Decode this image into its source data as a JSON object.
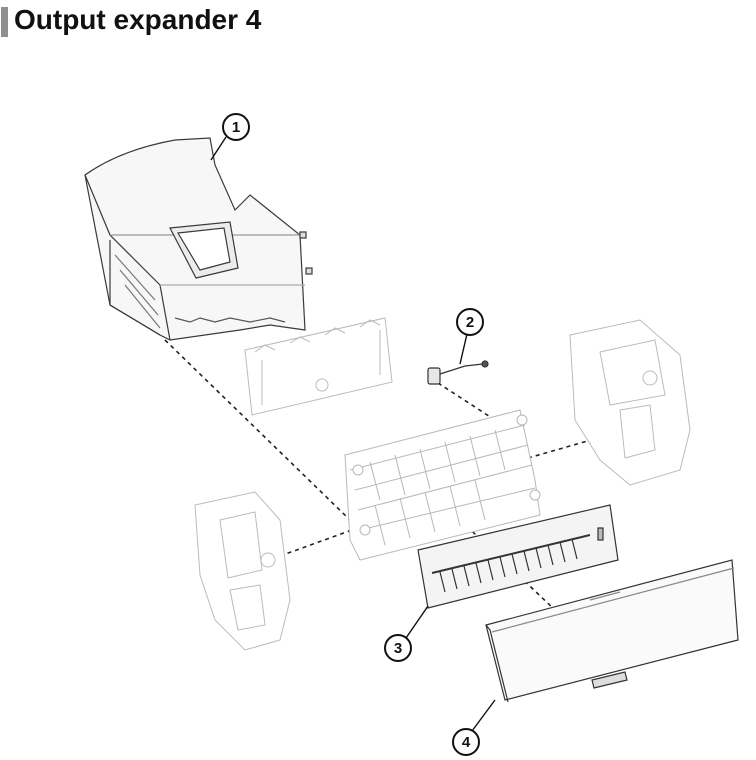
{
  "header": {
    "title": "Output expander 4",
    "accent_color": "#8f8f8f"
  },
  "diagram": {
    "line_color": "#c9c9c9",
    "leader_color": "#111111",
    "callouts": [
      {
        "label": "1",
        "part": "top-cover-tray"
      },
      {
        "label": "2",
        "part": "sensor-cable"
      },
      {
        "label": "3",
        "part": "diverter-assembly"
      },
      {
        "label": "4",
        "part": "front-cover"
      }
    ]
  }
}
